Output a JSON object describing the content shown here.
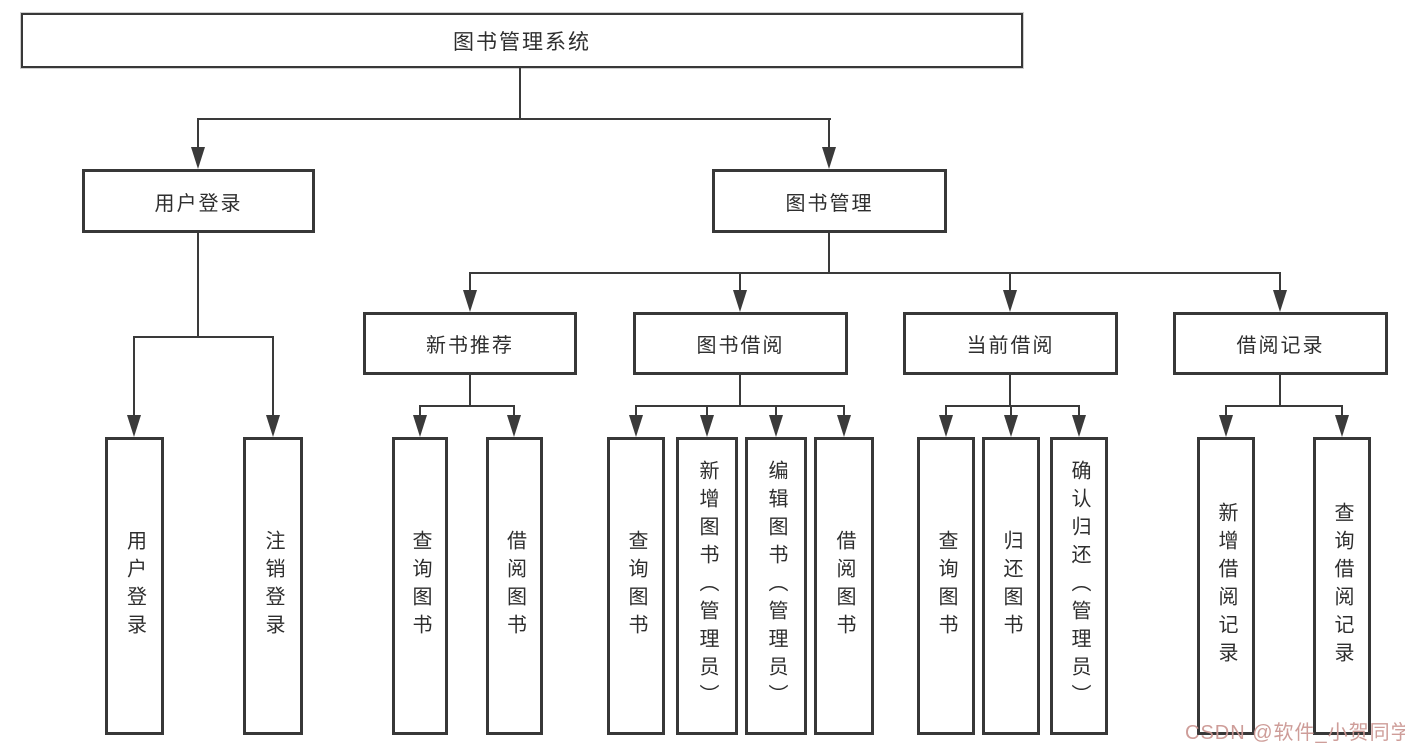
{
  "nodes": {
    "root": {
      "label": "图书管理系统"
    },
    "user_login": {
      "label": "用户登录",
      "children": [
        "用户登录",
        "注销登录"
      ]
    },
    "book_mgmt": {
      "label": "图书管理"
    },
    "new_book_rec": {
      "label": "新书推荐",
      "children": [
        "查询图书",
        "借阅图书"
      ]
    },
    "book_borrow": {
      "label": "图书借阅",
      "children": [
        "查询图书",
        "新增图书（管理员）",
        "编辑图书（管理员）",
        "借阅图书"
      ]
    },
    "current_borrow": {
      "label": "当前借阅",
      "children": [
        "查询图书",
        "归还图书",
        "确认归还（管理员）"
      ]
    },
    "borrow_records": {
      "label": "借阅记录",
      "children": [
        "新增借阅记录",
        "查询借阅记录"
      ]
    }
  },
  "watermark": {
    "text": "CSDN @软件_小贺同学"
  },
  "colors": {
    "line": "#3a3a3a",
    "text": "#2e2e2e",
    "watermark": "#cb9893"
  }
}
